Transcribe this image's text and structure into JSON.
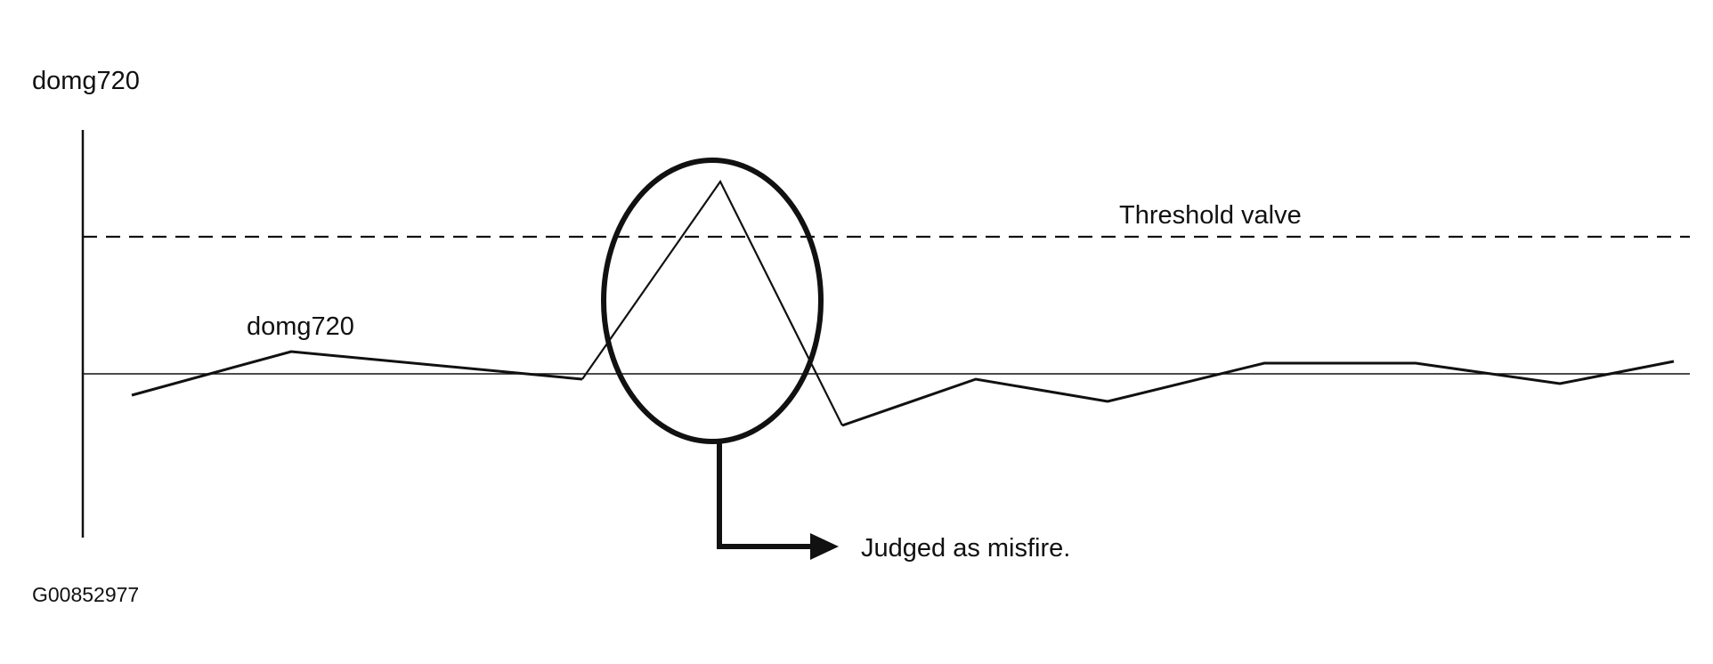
{
  "labels": {
    "y_axis": "domg720",
    "signal": "domg720",
    "threshold": "Threshold valve",
    "misfire_note": "Judged as misfire.",
    "figure_code": "G00852977"
  },
  "colors": {
    "ink": "#111111",
    "background": "#ffffff"
  },
  "signal": {
    "baseline": 0,
    "threshold": 1,
    "values": [
      -0.08,
      0.08,
      -0.02,
      1.14,
      -0.19,
      -0.02,
      -0.1,
      0.04,
      0.04,
      -0.03,
      0.05
    ]
  }
}
